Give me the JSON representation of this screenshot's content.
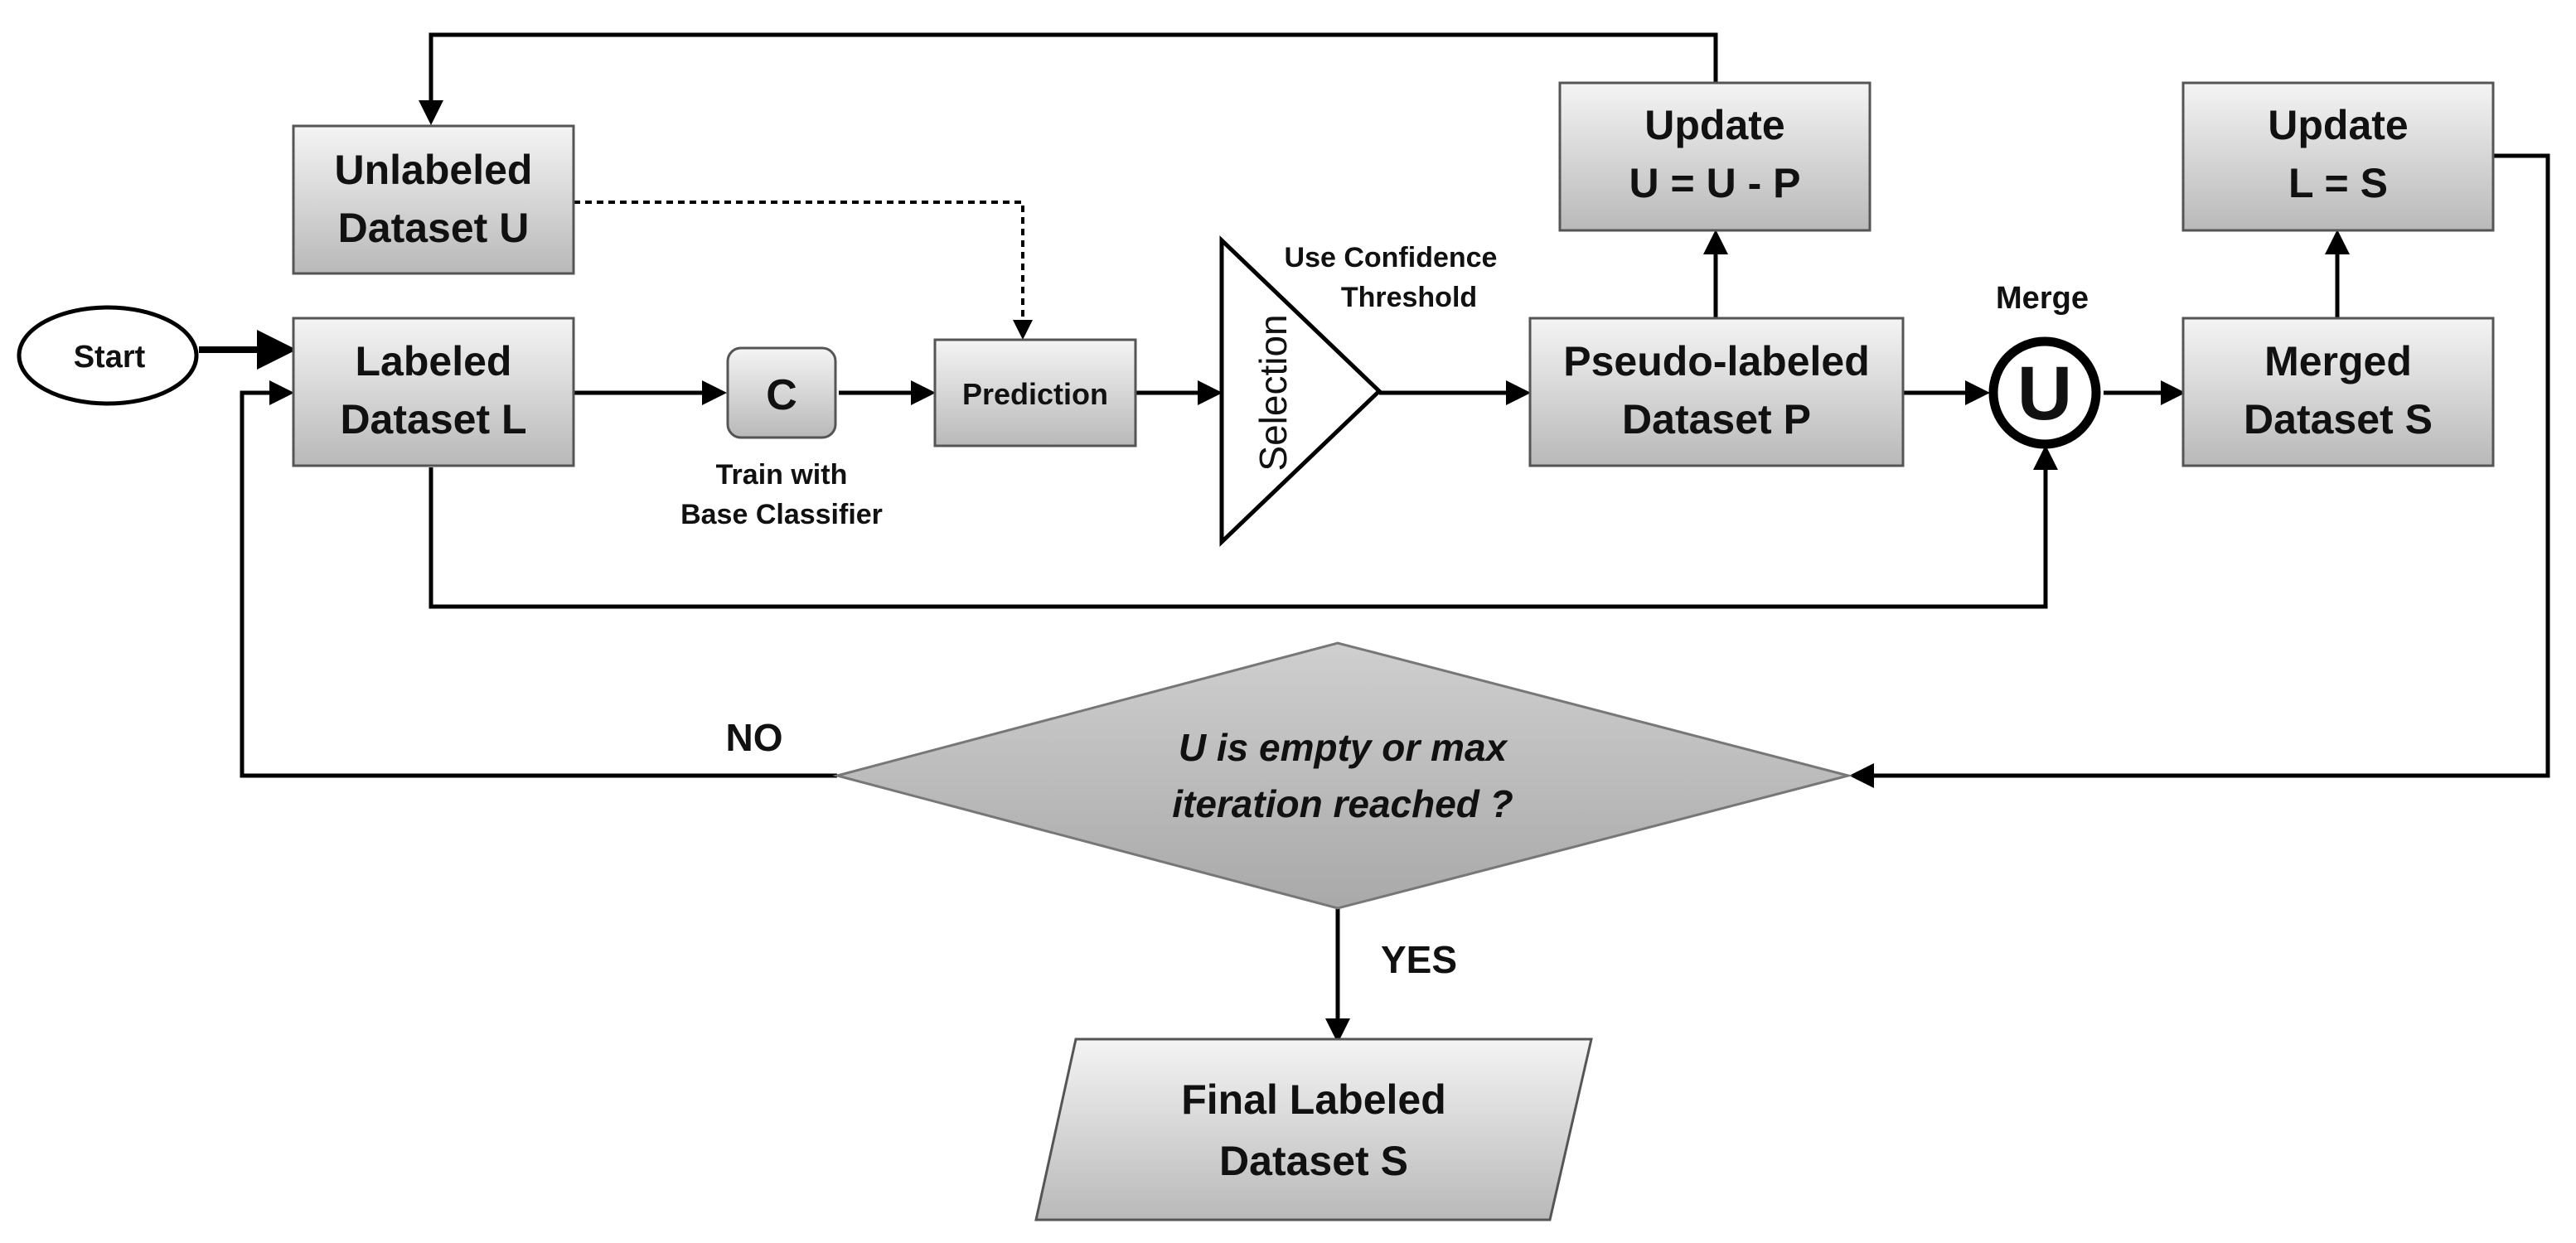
{
  "diagram": {
    "nodes": {
      "start": {
        "label": "Start"
      },
      "unlabeled": {
        "line1": "Unlabeled",
        "line2": "Dataset U"
      },
      "labeled": {
        "line1": "Labeled",
        "line2": "Dataset L"
      },
      "classifier": {
        "label": "C",
        "caption1": "Train with",
        "caption2": "Base Classifier"
      },
      "prediction": {
        "label": "Prediction"
      },
      "selection": {
        "label": "Selection",
        "caption1": "Use Confidence",
        "caption2": "Threshold"
      },
      "update_u": {
        "line1": "Update",
        "line2": "U = U - P"
      },
      "pseudo": {
        "line1": "Pseudo-labeled",
        "line2": "Dataset P"
      },
      "merge": {
        "symbol": "U",
        "caption": "Merge"
      },
      "update_l": {
        "line1": "Update",
        "line2": "L = S"
      },
      "merged": {
        "line1": "Merged",
        "line2": "Dataset S"
      },
      "decision": {
        "line1": "U is empty or max",
        "line2": "iteration reached ?"
      },
      "final": {
        "line1": "Final Labeled",
        "line2": "Dataset S"
      }
    },
    "edge_labels": {
      "no": "NO",
      "yes": "YES"
    }
  }
}
